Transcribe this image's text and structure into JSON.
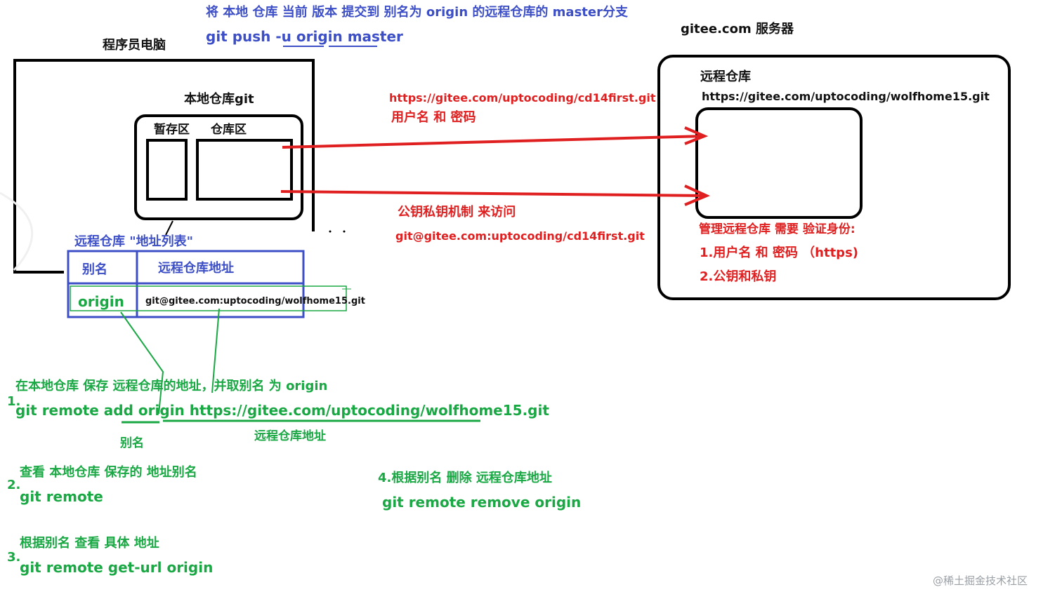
{
  "header": {
    "push_caption": "将 本地 仓库 当前 版本 提交到 别名为 origin 的远程仓库的 master分支",
    "push_command": "git push -u origin master"
  },
  "programmer_pc": {
    "title": "程序员电脑",
    "local_repo_title": "本地仓库git",
    "staging_label": "暂存区",
    "repository_label": "仓库区"
  },
  "server": {
    "title": "gitee.com 服务器",
    "remote_repo_title": "远程仓库",
    "remote_repo_url": "https://gitee.com/uptocoding/wolfhome15.git",
    "auth_title": "管理远程仓库 需要 验证身份:",
    "auth_method_1": "1.用户名 和 密码 （https)",
    "auth_method_2": "2.公钥和私钥"
  },
  "connections": {
    "https_url": "https://gitee.com/uptocoding/cd14first.git",
    "https_auth": "用户名 和 密码",
    "ssh_auth": "公钥私钥机制 来访问",
    "ssh_url": "git@gitee.com:uptocoding/cd14first.git"
  },
  "address_table": {
    "title": "远程仓库 \"地址列表\"",
    "headers": [
      "别名",
      "远程仓库地址"
    ],
    "rows": [
      {
        "alias": "origin",
        "url": "git@gitee.com:uptocoding/wolfhome15.git"
      }
    ]
  },
  "steps": [
    {
      "number": "1.",
      "description": "在本地仓库 保存 远程仓库的地址，并取别名 为 origin",
      "command": "git remote add origin https://gitee.com/uptocoding/wolfhome15.git"
    },
    {
      "number": "2.",
      "description": "查看 本地仓库 保存的 地址别名",
      "command": "git remote"
    },
    {
      "number": "3.",
      "description": "根据别名 查看 具体 地址",
      "command": "git remote get-url origin"
    },
    {
      "number": "",
      "description": "4.根据别名 删除 远程仓库地址",
      "command": "git remote remove origin"
    }
  ],
  "step1_annotations": {
    "alias_label": "别名",
    "url_label": "远程仓库地址"
  },
  "watermark": "@稀土掘金技术社区",
  "colors": {
    "blue": "#3d4fc6",
    "red": "#e02020",
    "green": "#1aa844",
    "black": "#111111"
  }
}
